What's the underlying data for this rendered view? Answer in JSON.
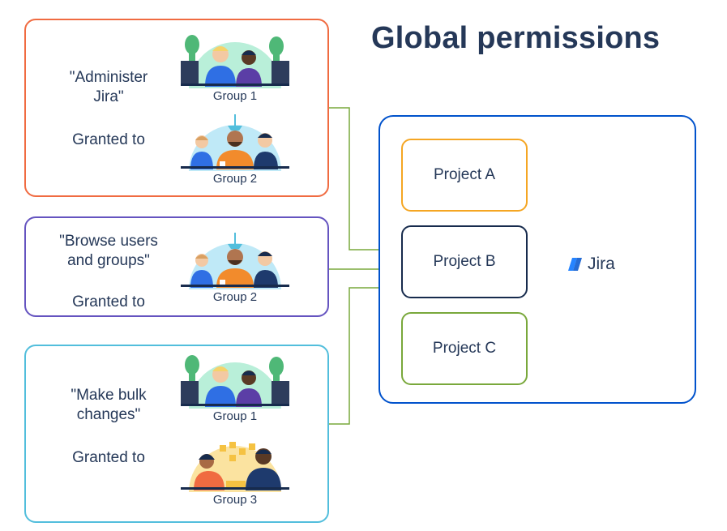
{
  "title": "Global permissions",
  "colors": {
    "orange": "#F06B41",
    "purple": "#6554C0",
    "cyan": "#52BEDC",
    "yellow": "#F5A623",
    "navy": "#172B4D",
    "green": "#79A83B",
    "blue": "#0052CC"
  },
  "permissions": [
    {
      "name": "\"Administer\nJira\"",
      "granted_label": "Granted to",
      "groups": [
        "Group 1",
        "Group 2"
      ]
    },
    {
      "name": "\"Browse users\nand groups\"",
      "granted_label": "Granted to",
      "groups": [
        "Group 2"
      ]
    },
    {
      "name": "\"Make bulk\nchanges\"",
      "granted_label": "Granted to",
      "groups": [
        "Group 1",
        "Group 3"
      ]
    }
  ],
  "projects": [
    "Project A",
    "Project B",
    "Project C"
  ],
  "jira": {
    "logo_text": "Jira",
    "icon": "jira-icon"
  }
}
